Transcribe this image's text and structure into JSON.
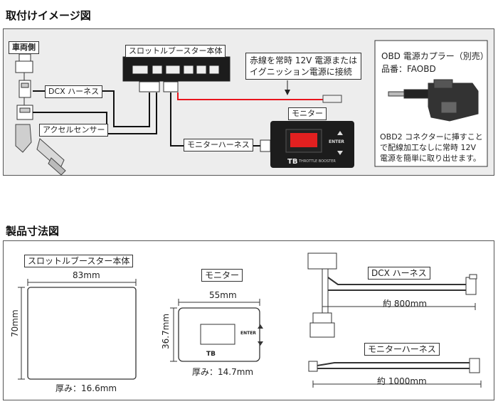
{
  "section1": {
    "title": "取付けイメージ図",
    "labels": {
      "car_side": "車両側",
      "dcx_harness": "DCX ハーネス",
      "accel_sensor": "アクセルセンサー",
      "throttle_booster": "スロットルブースター本体",
      "red_wire_note": "赤線を常時 12V 電源または\nイグニッション電源に接続",
      "monitor": "モニター",
      "monitor_harness": "モニターハーネス"
    },
    "obd_box": {
      "title": "OBD 電源カプラー（別売）",
      "part_no": "品番：FAOBD",
      "description": "OBD2 コネクターに挿すことで配線加工なしに常時 12V 電源を簡単に取り出せます。",
      "line1": "OBD2 コネクターに挿すこと",
      "line2": "で配線加工なしに常時 12V",
      "line3": "電源を簡単に取り出せます。"
    },
    "device_logo": "TB",
    "device_logo_sub": "THROTTLE BOOSTER",
    "enter_text": "ENTER"
  },
  "section2": {
    "title": "製品寸法図",
    "booster": {
      "label": "スロットルブースター本体",
      "width": "83mm",
      "height": "70mm",
      "depth": "厚み：16.6mm"
    },
    "monitor": {
      "label": "モニター",
      "width": "55mm",
      "height": "36.7mm",
      "depth": "厚み：14.7mm"
    },
    "dcx": {
      "label": "DCX ハーネス",
      "length": "約 800mm"
    },
    "monitor_harness": {
      "label": "モニターハーネス",
      "length": "約 1000mm"
    }
  },
  "colors": {
    "panel_bg": "#ededed",
    "red_wire": "#e8141c",
    "device_dark": "#1c1c1c",
    "display_red": "#e22020"
  }
}
